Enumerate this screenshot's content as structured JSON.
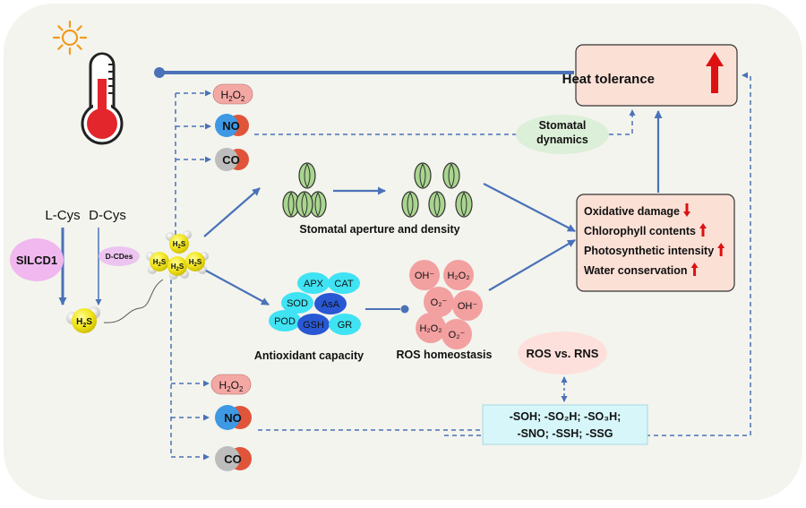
{
  "title": "",
  "colors": {
    "panel_bg": "#f3f4ee",
    "arrow": "#4a72b8",
    "heat_box": "#fbe0d6",
    "effects_box": "#fbe0d6",
    "stomatal_ellipse": "#dcefd8",
    "ros_box": "#d6f6fa",
    "rosrns_ellipse": "#fde0dc",
    "h2o2_pill": "#f4a8a4",
    "silcd1_ellipse": "#f0b8ee",
    "dcdes_ellipse": "#ecc4f0",
    "up_arrow": "#dd1111",
    "enzyme_cyan": "#3fe3f3",
    "enzyme_blue": "#2a58d4",
    "ros_circle": "#f3a0a0"
  },
  "icons": [
    "sun-icon",
    "thermometer-icon",
    "h2s-molecule-icon",
    "no-molecule-icon",
    "co-molecule-icon",
    "stomata-icon"
  ],
  "labels": {
    "heat_tolerance": "Heat tolerance",
    "stomatal_dynamics_line1": "Stomatal",
    "stomatal_dynamics_line2": "dynamics",
    "l_cys": "L-Cys",
    "d_cys": "D-Cys",
    "silcd1": "SlLCD1",
    "d_cdes": "D-CDes",
    "stomatal_aperture": "Stomatal aperture and density",
    "antioxidant_capacity": "Antioxidant capacity",
    "ros_homeostasis": "ROS homeostasis",
    "ros_vs_rns": "ROS vs. RNS",
    "modifications_line1": "-SOH; -SO₂H; -SO₃H;",
    "modifications_line2": "-SNO; -SSH; -SSG",
    "no": "NO",
    "co": "CO"
  },
  "effects": [
    {
      "text": "Oxidative damage",
      "direction": "down"
    },
    {
      "text": "Chlorophyll contents",
      "direction": "up"
    },
    {
      "text": "Photosynthetic intensity",
      "direction": "up"
    },
    {
      "text": "Water conservation",
      "direction": "up"
    }
  ],
  "enzymes": [
    "APX",
    "CAT",
    "SOD",
    "AsA",
    "POD",
    "GSH",
    "GR"
  ],
  "ros_species": [
    "OH⁻",
    "H₂O₂",
    "O₂⁻",
    "OH⁻",
    "H₂O₂",
    "O₂⁻"
  ]
}
